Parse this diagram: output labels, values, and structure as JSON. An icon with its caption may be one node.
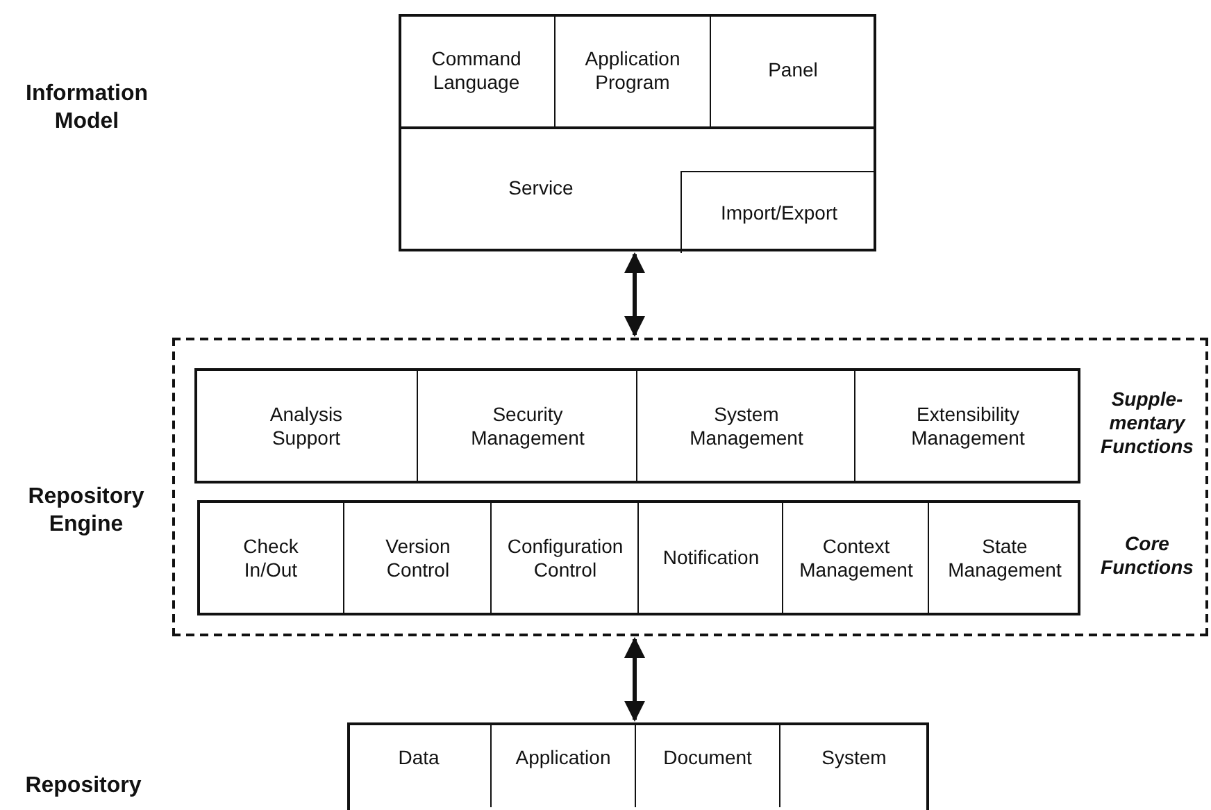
{
  "diagram": {
    "nodes": [
      {
        "text": [],
        "shape": "box"
      },
      {
        "text": [
          "Command Language"
        ],
        "in": 0
      },
      {
        "text": [
          "Application Program"
        ],
        "in": 0
      },
      {
        "text": [
          "Panel"
        ],
        "in": 0
      },
      {
        "text": [
          "Service"
        ],
        "in": 0
      },
      {
        "text": [
          "Import/Export"
        ],
        "in": 4
      },
      {
        "text": [
          "Repository Engine"
        ]
      },
      {
        "text": [
          "Supple- mentary Functions"
        ],
        "in": 6
      },
      {
        "text": [
          "Analysis Support"
        ],
        "in": 7
      },
      {
        "text": [
          "Security Management"
        ],
        "in": 7
      },
      {
        "text": [
          "System Management"
        ],
        "in": 7
      },
      {
        "text": [
          "Extensibility Management"
        ],
        "in": 7
      },
      {
        "text": [
          "Core Functions"
        ],
        "in": 6
      },
      {
        "text": [
          "Check In/Out"
        ],
        "in": 12
      },
      {
        "text": [
          "Version Control"
        ],
        "in": 12
      },
      {
        "text": [
          "Configuration Control"
        ],
        "in": 12
      },
      {
        "text": [
          "Notification"
        ],
        "in": 12
      },
      {
        "text": [
          "Context Management"
        ],
        "in": 12
      },
      {
        "text": [
          "State Management"
        ],
        "in": 12
      },
      {
        "text": [],
        "shape": "box"
      },
      {
        "text": [
          "Data"
        ],
        "in": 19
      },
      {
        "text": [
          "Application"
        ],
        "in": 19
      },
      {
        "text": [
          "Document"
        ],
        "in": 19
      },
      {
        "text": [
          "System"
        ],
        "in": 19
      }
    ],
    "edges": [
      {
        "from": 0,
        "to": 6,
        "arrow": "both"
      },
      {
        "from": 6,
        "to": 19,
        "arrow": "both"
      }
    ],
    "labels": [
      "Information Model",
      "Repository"
    ]
  }
}
